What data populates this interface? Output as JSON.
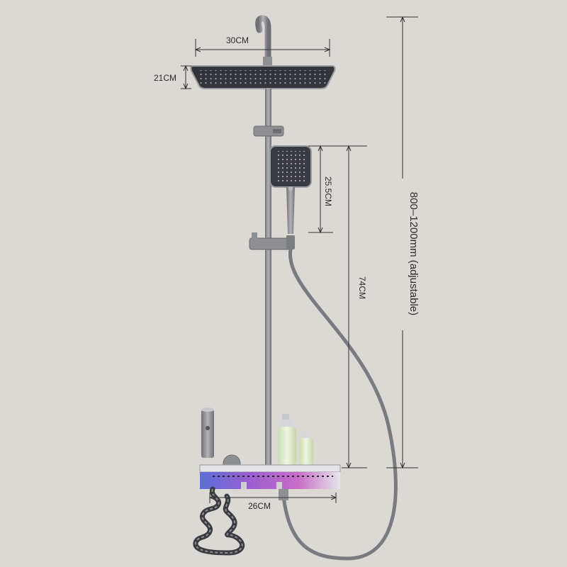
{
  "dimensions": {
    "rain_head_width": "30CM",
    "rain_head_depth": "21CM",
    "hand_shower_length": "25.5CM",
    "slide_bar_height": "74CM",
    "total_height": "800–1200mm (adjustable)",
    "shelf_width": "26CM"
  },
  "colors": {
    "background": "#dcd8d3",
    "metal": "#8e8f93",
    "dark_panel": "#3a3b40",
    "bottle": "#d9e8c6",
    "led_purple": "#8a6cc8",
    "dimension_line": "#333333"
  },
  "icons": [
    "rain-head-icon",
    "hand-shower-icon",
    "control-panel-icon",
    "bottle-icon",
    "coiled-hose-icon"
  ]
}
